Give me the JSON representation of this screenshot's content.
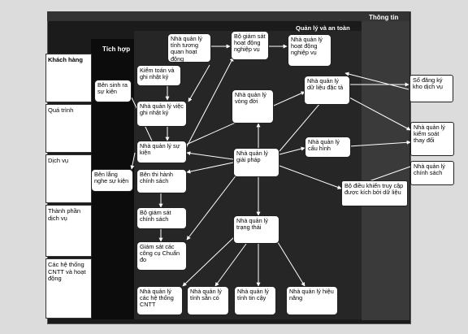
{
  "headers": {
    "thong_tin": "Thông tin",
    "quan_ly": "Quản lý và an toàn",
    "tich_hop": "Tích hợp"
  },
  "sidebar": [
    "Khách hàng",
    "Quá trình",
    "Dịch vụ",
    "Thành phần dịch vụ",
    "Các hệ thống CNTT và hoạt động"
  ],
  "nodes": {
    "tinh_tuong_quan": "Nhà quản lý tính tương quan hoạt động",
    "giam_sat_nghiep_vu": "Bộ giám sát hoạt động nghiệp vụ",
    "hd_nghiep_vu": "Nhà quản lý hoạt động nghiệp vụ",
    "kiem_toan": "Kiểm toán và ghi nhật ký",
    "ben_sinh_ra": "Bên sinh ra sự kiện",
    "viec_ghi_nhat_ky": "Nhà quản lý việc ghi nhật ký",
    "du_lieu_dac_ta": "Nhà quản lý dữ liệu đặc tả",
    "so_dang_ky": "Sổ đăng ký kho dịch vụ",
    "vong_doi": "Nhà quản lý vòng đời",
    "kiem_soat_thay_doi": "Nhà quản lý kiểm soát thay đổi",
    "su_kien": "Nhà quản lý sự kiện",
    "giai_phap": "Nhà quản lý giải pháp",
    "cau_hinh": "Nhà quản lý cấu hình",
    "chinh_sach_ext": "Nhà quản lý chính sách",
    "ben_lang_nghe": "Bên lắng nghe sự kiện",
    "ben_thi_hanh": "Bên thi hành chính sách",
    "bo_dieu_khien": "Bộ điều khiển truy cập được kích bởi dữ liệu",
    "giam_sat_chinh_sach": "Bộ giám sát chính sách",
    "trang_thai": "Nhà quản lý trạng thái",
    "cong_cu_chuan_doan": "Giám sát các công cụ Chuẩn đo",
    "cac_he_thong": "Nhà quản lý các hệ thống CNTT",
    "tinh_san_co": "Nhà quản lý tính sẵn có",
    "tinh_tin_cay": "Nhà quản lý tính tin cậy",
    "hieu_nang": "Nhà quản lý hiệu năng"
  }
}
